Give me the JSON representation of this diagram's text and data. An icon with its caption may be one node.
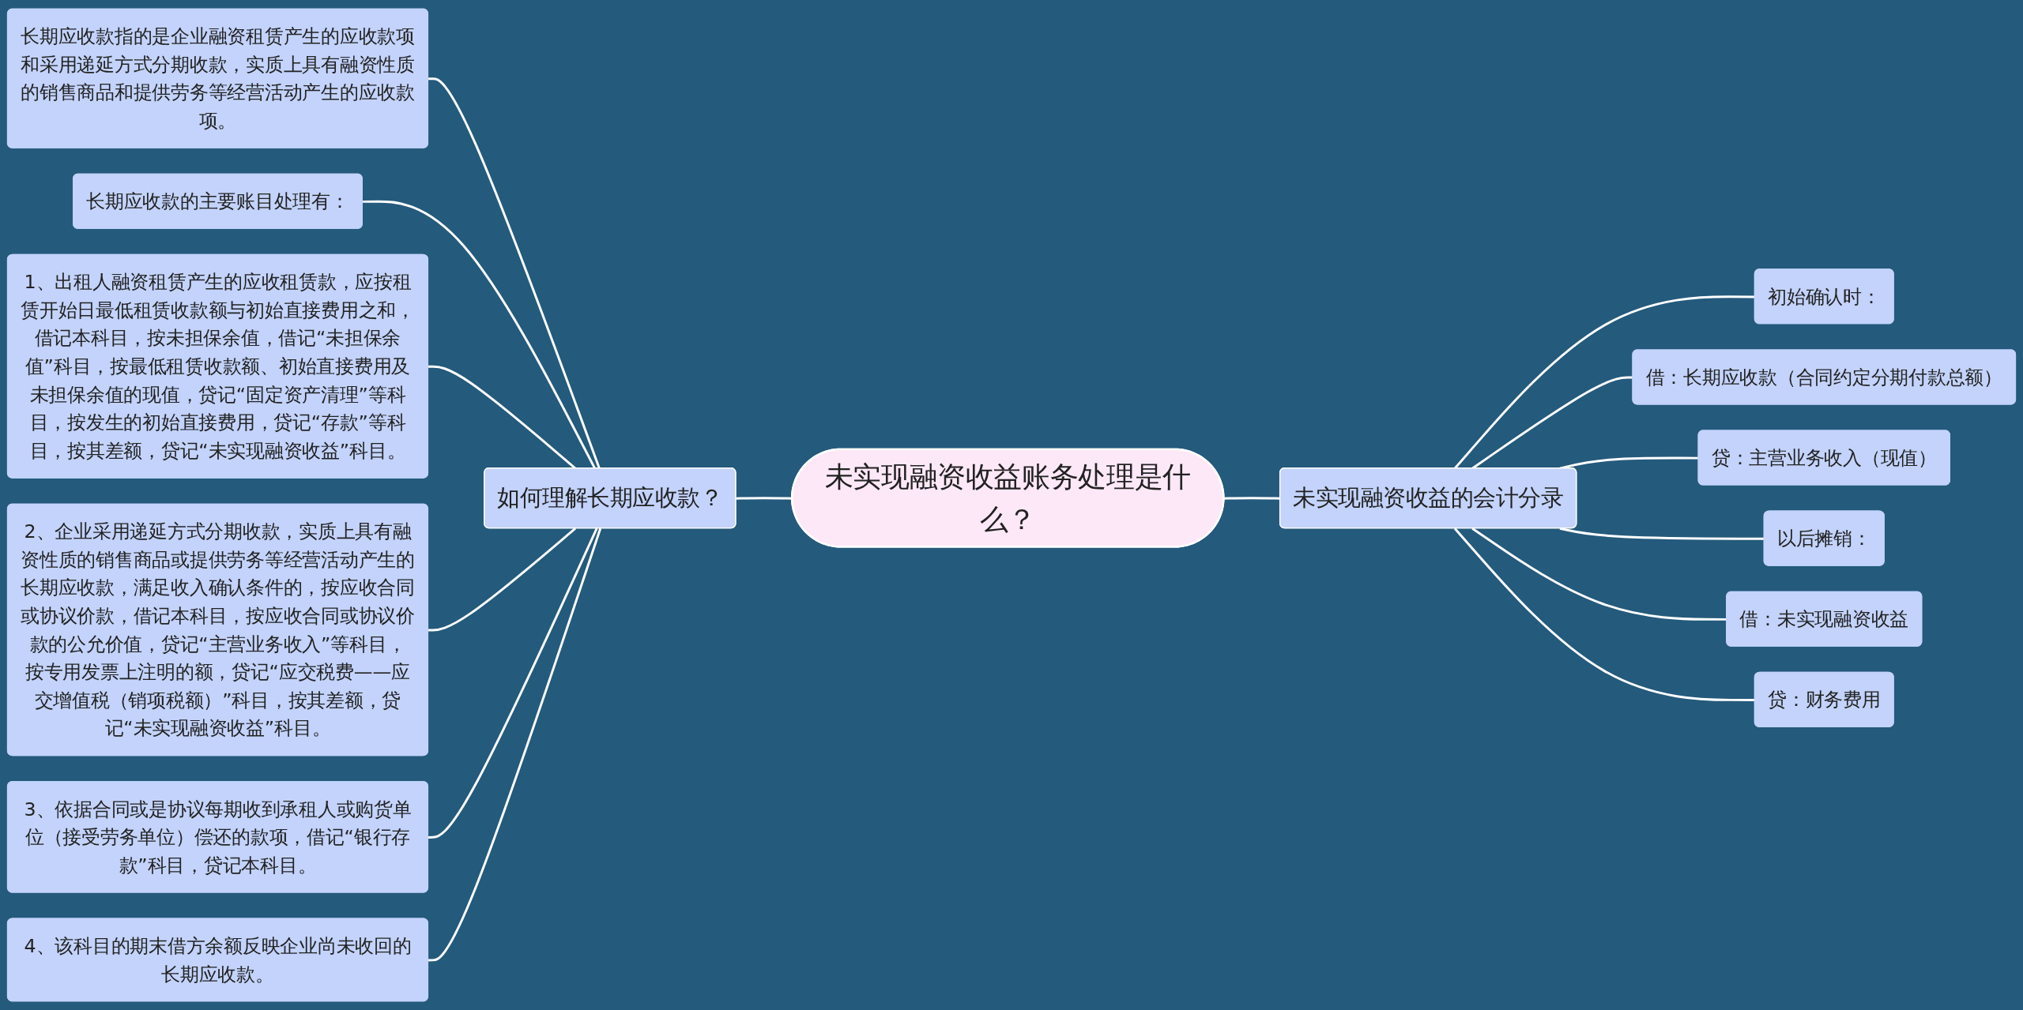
{
  "diagram": {
    "nodes": [
      {
        "text": [
          "未实现融资收益账务处理是什么？"
        ]
      },
      {
        "text": [
          "如何理解长期应收款？"
        ]
      },
      {
        "text": [
          "长期应收款指的是企业融资租赁产生的应收款项和采用递延方式分期收款，实质上具有融资性质的销售商品和提供劳务等经营活动产生的应收款项。"
        ]
      },
      {
        "text": [
          "长期应收款的主要账目处理有："
        ]
      },
      {
        "text": [
          "1、出租人融资租赁产生的应收租赁款，应按租赁开始日最低租赁收款额与初始直接费用之和，借记本科目，按未担保余值，借记“未担保余值”科目，按最低租赁收款额、初始直接费用及未担保余值的现值，贷记“固定资产清理”等科目，按发生的初始直接费用，贷记“存款”等科目，按其差额，贷记“未实现融资收益”科目。"
        ]
      },
      {
        "text": [
          "2、企业采用递延方式分期收款，实质上具有融资性质的销售商品或提供劳务等经营活动产生的长期应收款，满足收入确认条件的，按应收合同或协议价款，借记本科目，按应收合同或协议价款的公允价值，贷记“主营业务收入”等科目，按专用发票上注明的额，贷记“应交税费——应交增值税（销项税额）”科目，按其差额，贷记“未实现融资收益”科目。"
        ]
      },
      {
        "text": [
          "3、依据合同或是协议每期收到承租人或购货单位（接受劳务单位）偿还的款项，借记“银行存款”科目，贷记本科目。"
        ]
      },
      {
        "text": [
          "4、该科目的期末借方余额反映企业尚未收回的长期应收款。"
        ]
      },
      {
        "text": [
          "未实现融资收益的会计分录"
        ]
      },
      {
        "text": [
          "初始确认时："
        ]
      },
      {
        "text": [
          "借：长期应收款（合同约定分期付款总额）"
        ]
      },
      {
        "text": [
          "贷：主营业务收入（现值）"
        ]
      },
      {
        "text": [
          "以后摊销："
        ]
      },
      {
        "text": [
          "借：未实现融资收益"
        ]
      },
      {
        "text": [
          "贷：财务费用"
        ]
      }
    ],
    "edges": [
      {
        "from": 1,
        "to": 0,
        "arrow": "none"
      },
      {
        "from": 2,
        "to": 1,
        "arrow": "none"
      },
      {
        "from": 3,
        "to": 1,
        "arrow": "none"
      },
      {
        "from": 4,
        "to": 1,
        "arrow": "none"
      },
      {
        "from": 5,
        "to": 1,
        "arrow": "none"
      },
      {
        "from": 6,
        "to": 1,
        "arrow": "none"
      },
      {
        "from": 7,
        "to": 1,
        "arrow": "none"
      },
      {
        "from": 0,
        "to": 8,
        "arrow": "none"
      },
      {
        "from": 8,
        "to": 9,
        "arrow": "none"
      },
      {
        "from": 8,
        "to": 10,
        "arrow": "none"
      },
      {
        "from": 8,
        "to": 11,
        "arrow": "none"
      },
      {
        "from": 8,
        "to": 12,
        "arrow": "none"
      },
      {
        "from": 8,
        "to": 13,
        "arrow": "none"
      },
      {
        "from": 8,
        "to": 14,
        "arrow": "none"
      }
    ]
  }
}
